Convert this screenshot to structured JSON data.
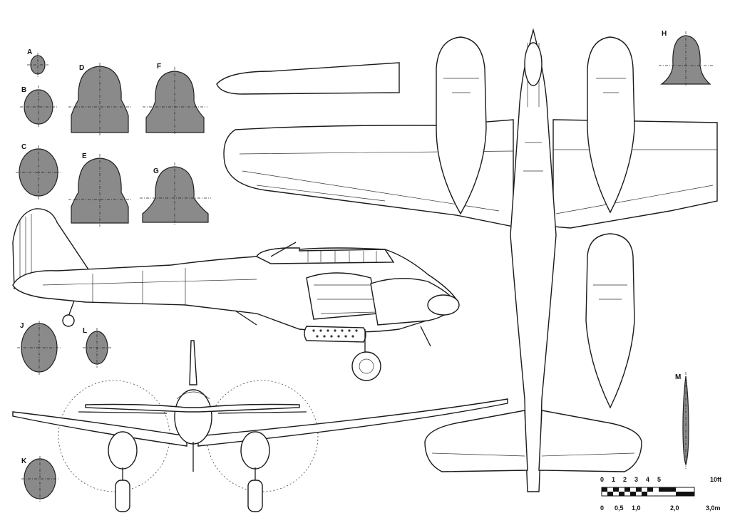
{
  "sections": {
    "A": "A",
    "B": "B",
    "C": "C",
    "D": "D",
    "E": "E",
    "F": "F",
    "G": "G",
    "H": "H",
    "J": "J",
    "K": "K",
    "L": "L",
    "M": "M"
  },
  "scale": {
    "feet_labels": [
      "0",
      "1",
      "2",
      "3",
      "4",
      "5",
      "10ft"
    ],
    "meter_labels": [
      "0",
      "0,5",
      "1,0",
      "2,0",
      "3,0m"
    ]
  },
  "colors": {
    "section_fill": "#8a8a8a",
    "line": "#1a1a1a",
    "background": "#ffffff"
  }
}
